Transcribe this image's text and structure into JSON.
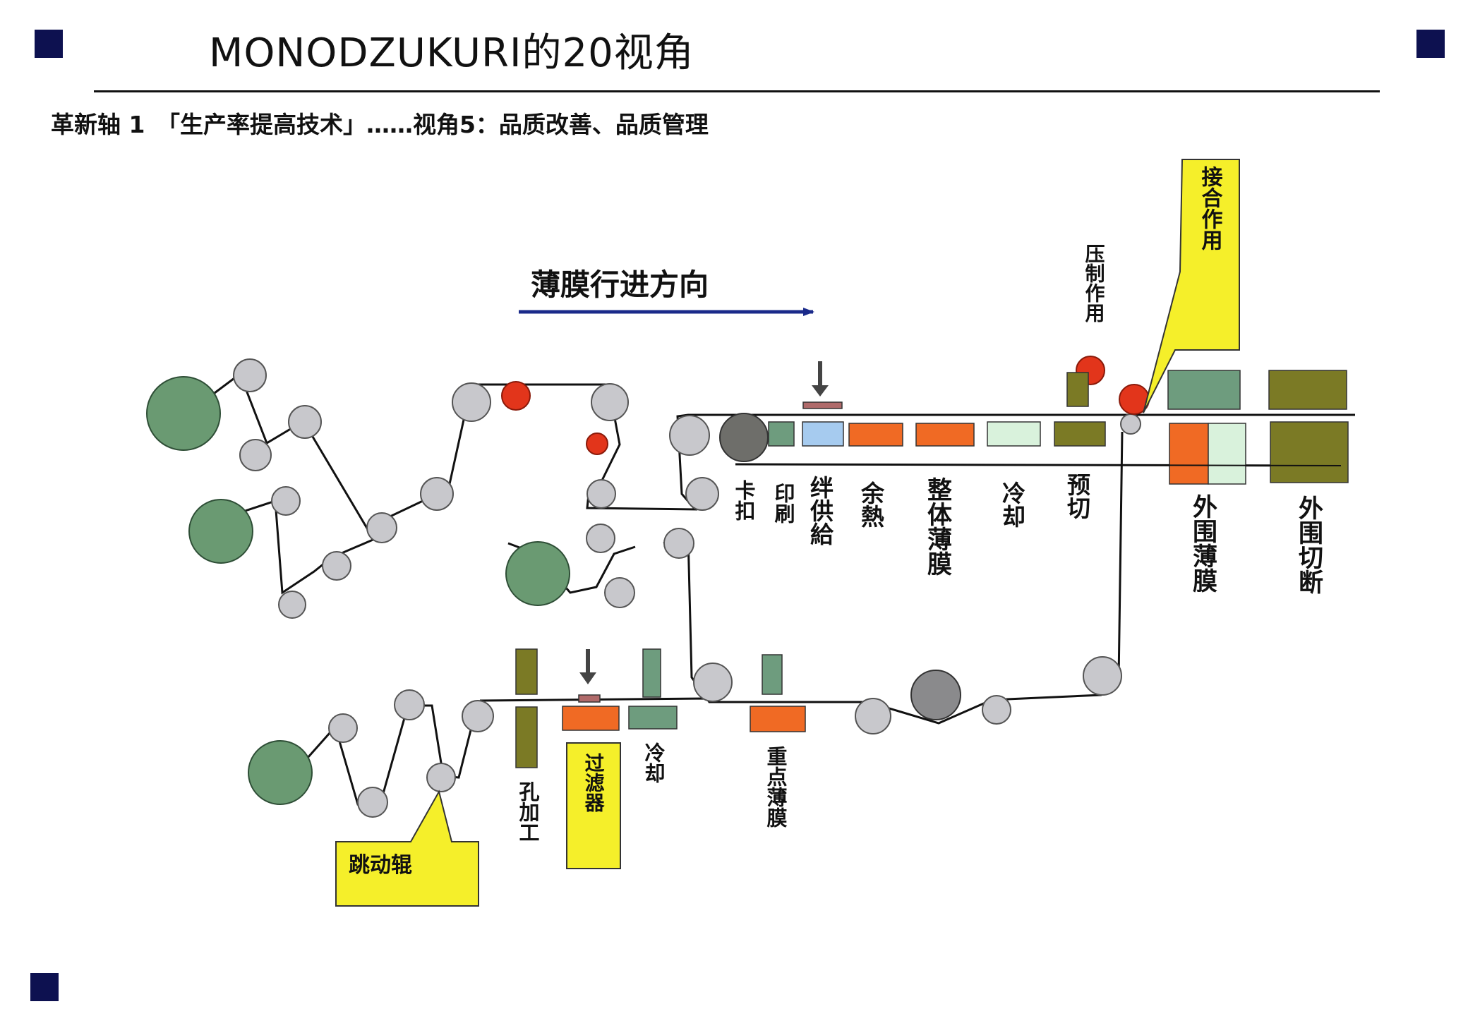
{
  "slide": {
    "title": "MONODZUKURI的20视角",
    "subtitle": "革新轴 1　「生产率提高技术」……视角5：品质改善、品质管理"
  },
  "diagram": {
    "direction_label": "薄膜行进方向",
    "callouts": {
      "bonding": "接合作用",
      "pressing": "压制作用",
      "dancer_roll": "跳动辊",
      "filter": "过滤器"
    },
    "stations_upper": {
      "clip": "卡扣",
      "print": "印刷",
      "feed": "绊供給",
      "preheat": "余熱",
      "whole_film": "整体薄膜",
      "cool": "冷却",
      "precut": "预切",
      "outer_film": "外围薄膜",
      "outer_cut": "外围切断"
    },
    "stations_lower": {
      "hole_processing": "孔加工",
      "cool": "冷却",
      "spot_film": "重点薄膜"
    }
  },
  "colors": {
    "corner_square": "#0d1150",
    "supply_roll": "#6a9a72",
    "guide_roller": "#c8c8cc",
    "red_roller": "#e2351b",
    "orange_block": "#f06a24",
    "olive_block": "#7b7a25",
    "green_block": "#6e9c7e",
    "light_blue_block": "#a6cbef",
    "light_green_block": "#d9f2dc",
    "callout_yellow": "#f5ef2a",
    "arrow_navy": "#1a2a8a"
  }
}
